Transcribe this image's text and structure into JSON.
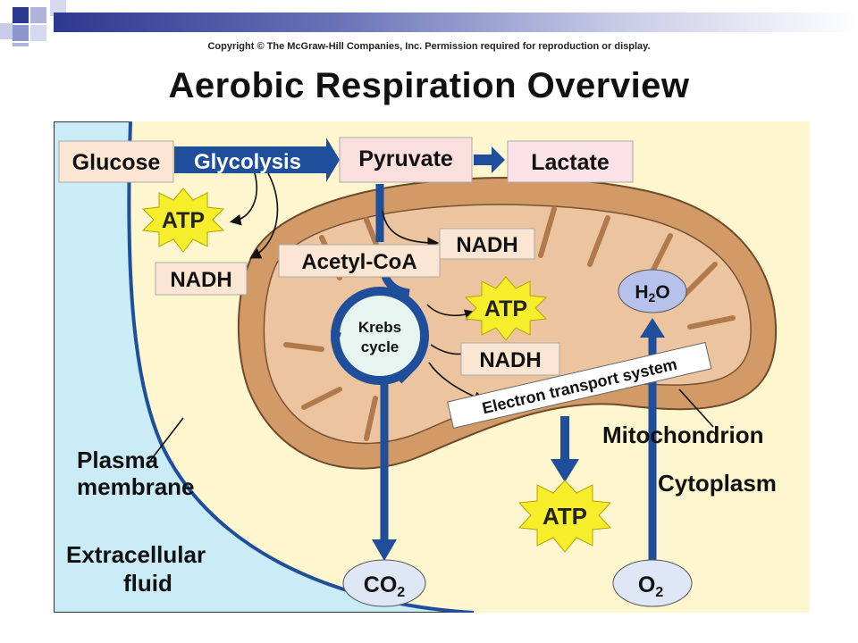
{
  "copyright": "Copyright © The McGraw-Hill Companies, Inc. Permission required for reproduction or display.",
  "title": "Aerobic Respiration Overview",
  "colors": {
    "cytoplasm": "#c9ecf6",
    "mitochondrion": "#d29a66",
    "matrix": "#ecc4a0",
    "arrow_blue": "#1f4e9a",
    "atp_star": "#f6ee2a",
    "label_box": "#fbe6d4",
    "pyruvate_box": "#fbdede",
    "lactate_box": "#fbe2e8",
    "gas_oval": "#dfe6f6",
    "h2o_oval": "#b6c2ec",
    "krebs_fill": "#e8f4f0",
    "deco_squares": "#2b3990"
  },
  "labels": {
    "glucose": "Glucose",
    "glycolysis": "Glycolysis",
    "pyruvate": "Pyruvate",
    "lactate": "Lactate",
    "atp_glycolysis": "ATP",
    "nadh_glycolysis": "NADH",
    "nadh_pyruvate": "NADH",
    "acetyl_coa": "Acetyl-CoA",
    "krebs_line1": "Krebs",
    "krebs_line2": "cycle",
    "atp_krebs": "ATP",
    "nadh_krebs": "NADH",
    "electron_transport": "Electron transport system",
    "h2o_main": "H",
    "h2o_sub": "2",
    "h2o_end": "O",
    "mitochondrion": "Mitochondrion",
    "cytoplasm": "Cytoplasm",
    "plasma_line1": "Plasma",
    "plasma_line2": "membrane",
    "extracellular_line1": "Extracellular",
    "extracellular_line2": "fluid",
    "atp_ets": "ATP",
    "co2_main": "CO",
    "co2_sub": "2",
    "o2_main": "O",
    "o2_sub": "2"
  }
}
